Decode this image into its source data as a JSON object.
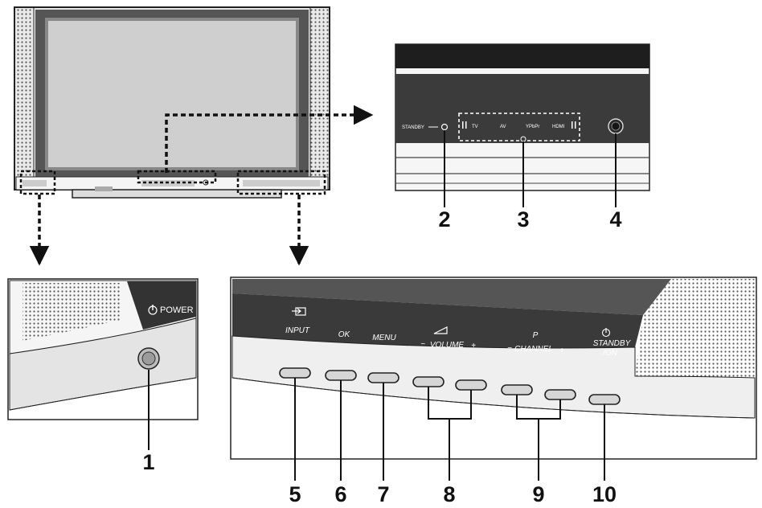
{
  "callouts": [
    "1",
    "2",
    "3",
    "4",
    "5",
    "6",
    "7",
    "8",
    "9",
    "10"
  ],
  "indicators": {
    "standby": "STANDBY",
    "tv": "TV",
    "av": "AV",
    "ypbpr": "YPbPr",
    "hdmi": "HDMI"
  },
  "power_label": "POWER",
  "buttons": {
    "input": "INPUT",
    "ok": "OK",
    "menu": "MENU",
    "volume": "VOLUME",
    "volume_minus": "−",
    "volume_plus": "+",
    "channel_p": "P",
    "channel": "CHANNEL",
    "channel_minus": "−",
    "channel_plus": "+",
    "standby_line1": "STANDBY",
    "standby_line2": "/ON"
  },
  "icons": [
    "power-icon",
    "input-icon",
    "volume-icon",
    "standby-icon"
  ],
  "colors": {
    "panel_dark": "#3a3a3a",
    "body_light": "#f2f2f2",
    "line": "#111111"
  }
}
